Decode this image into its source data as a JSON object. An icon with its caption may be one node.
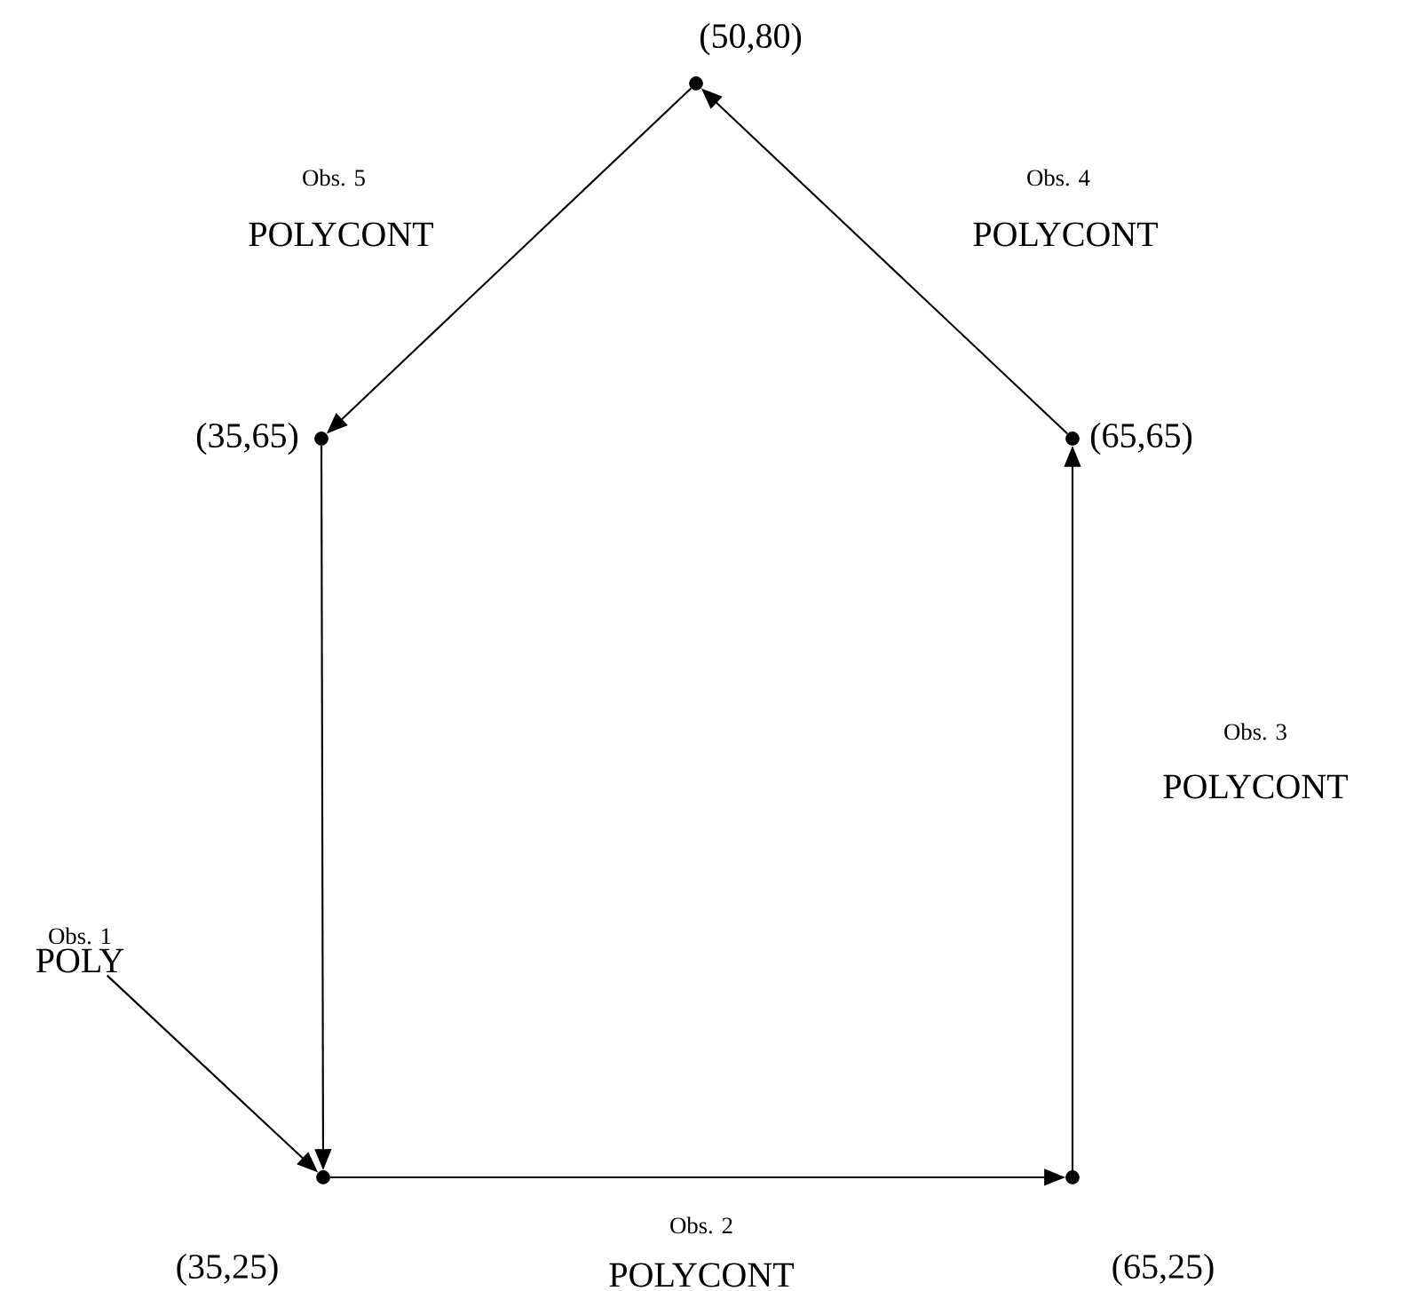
{
  "diagram": {
    "nodes": [
      {
        "text": [],
        "shape": "circle",
        "beside": [
          "(50,80)"
        ]
      },
      {
        "text": [],
        "shape": "circle",
        "beside": [
          "(35,65)"
        ]
      },
      {
        "text": [],
        "shape": "circle",
        "beside": [
          "(65,65)"
        ]
      },
      {
        "text": [
          "Obs. 1",
          "POLY"
        ]
      },
      {
        "text": [],
        "shape": "circle",
        "beside": [
          "(35,25)"
        ]
      },
      {
        "text": [],
        "shape": "circle",
        "beside": [
          "(65,25)"
        ]
      }
    ],
    "edges": [
      {
        "from": 3,
        "to": 4,
        "arrow": "to"
      },
      {
        "from": 1,
        "to": 4,
        "arrow": "to"
      },
      {
        "from": 4,
        "to": 5,
        "arrow": "to"
      },
      {
        "from": 5,
        "to": 2,
        "arrow": "to"
      },
      {
        "from": 2,
        "to": 0,
        "arrow": "to"
      },
      {
        "from": 0,
        "to": 1,
        "arrow": "to"
      }
    ],
    "labels": [
      "Obs. 5",
      "POLYCONT",
      "Obs. 4",
      "POLYCONT",
      "Obs. 3",
      "POLYCONT",
      "Obs. 2",
      "POLYCONT"
    ]
  }
}
